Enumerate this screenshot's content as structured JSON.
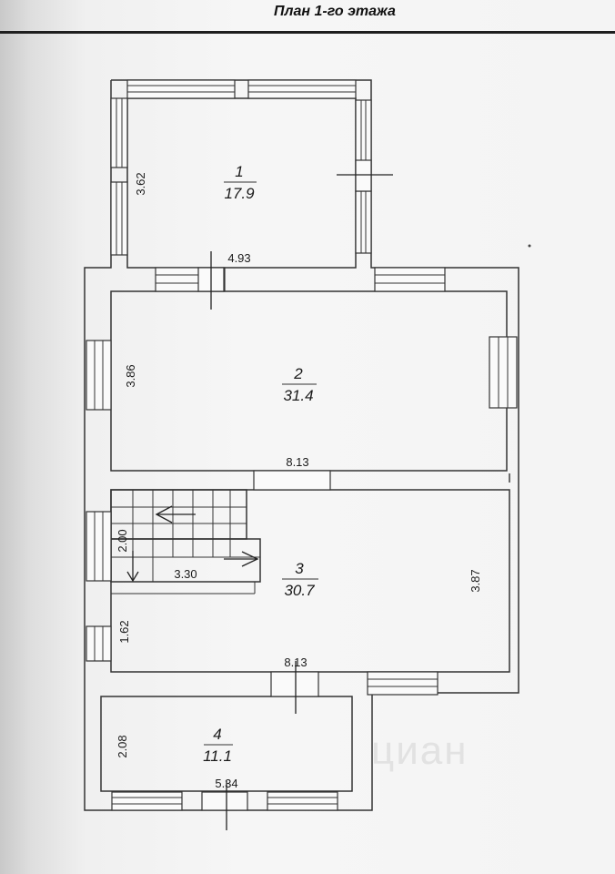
{
  "header": {
    "title": "План 1-го этажа"
  },
  "rooms": [
    {
      "number": "1",
      "area": "17.9"
    },
    {
      "number": "2",
      "area": "31.4"
    },
    {
      "number": "3",
      "area": "30.7"
    },
    {
      "number": "4",
      "area": "11.1"
    }
  ],
  "dimensions": {
    "r1_height": "3.62",
    "r1_width": "4.93",
    "r2_height": "3.86",
    "r2_width": "8.13",
    "stair_height": "2.00",
    "stair_width": "3.30",
    "r3_height_left": "1.62",
    "r3_height_right": "3.87",
    "r3_width": "8.13",
    "r4_height": "2.08",
    "r4_width": "5.34"
  },
  "watermark": "циан"
}
